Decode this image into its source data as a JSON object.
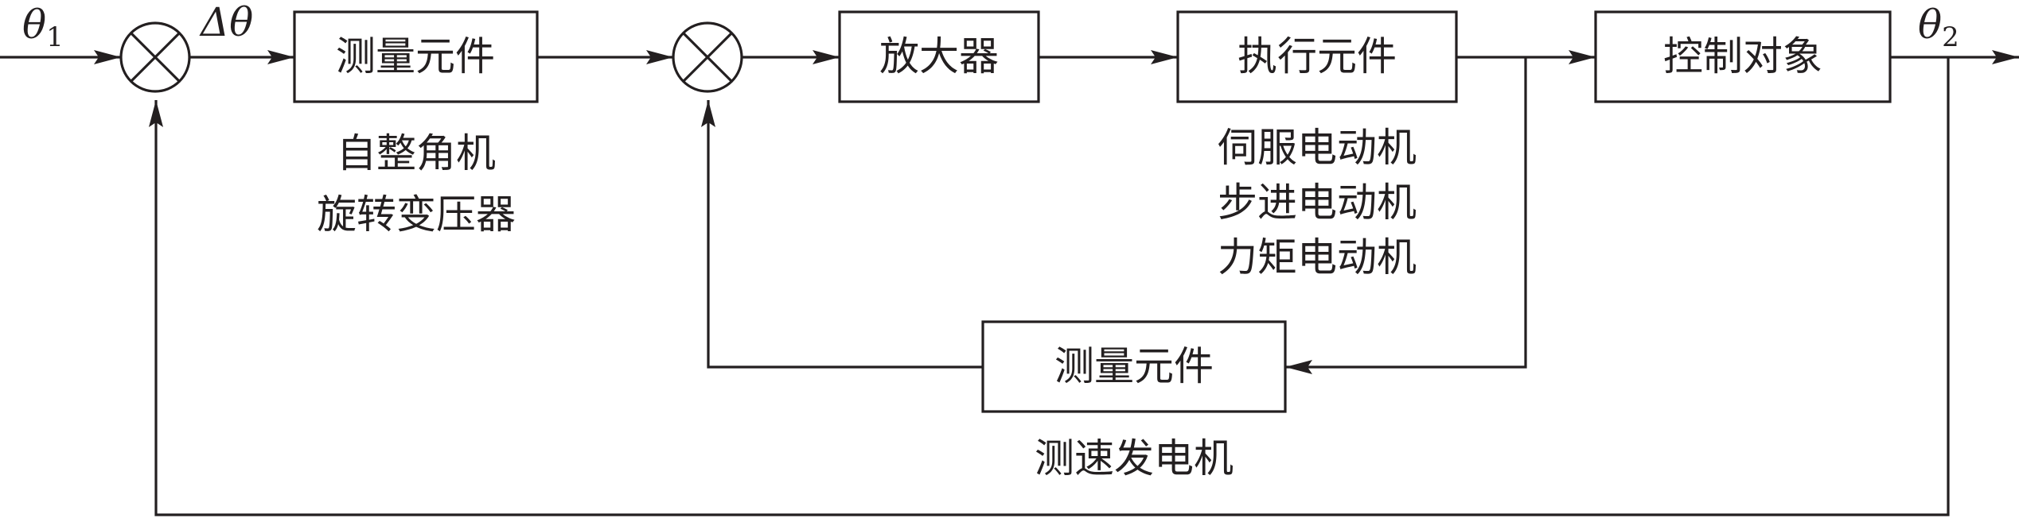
{
  "signals": {
    "input": {
      "symbol": "θ",
      "subscript": "1"
    },
    "error": "Δθ",
    "output": {
      "symbol": "θ",
      "subscript": "2"
    }
  },
  "blocks": {
    "measure_main": "测量元件",
    "amplifier": "放大器",
    "actuator": "执行元件",
    "plant": "控制对象",
    "measure_feedback": "测量元件"
  },
  "notes": {
    "measure_main": [
      "自整角机",
      "旋转变压器"
    ],
    "actuator": [
      "伺服电动机",
      "步进电动机",
      "力矩电动机"
    ],
    "measure_feedback": [
      "测速发电机"
    ]
  }
}
